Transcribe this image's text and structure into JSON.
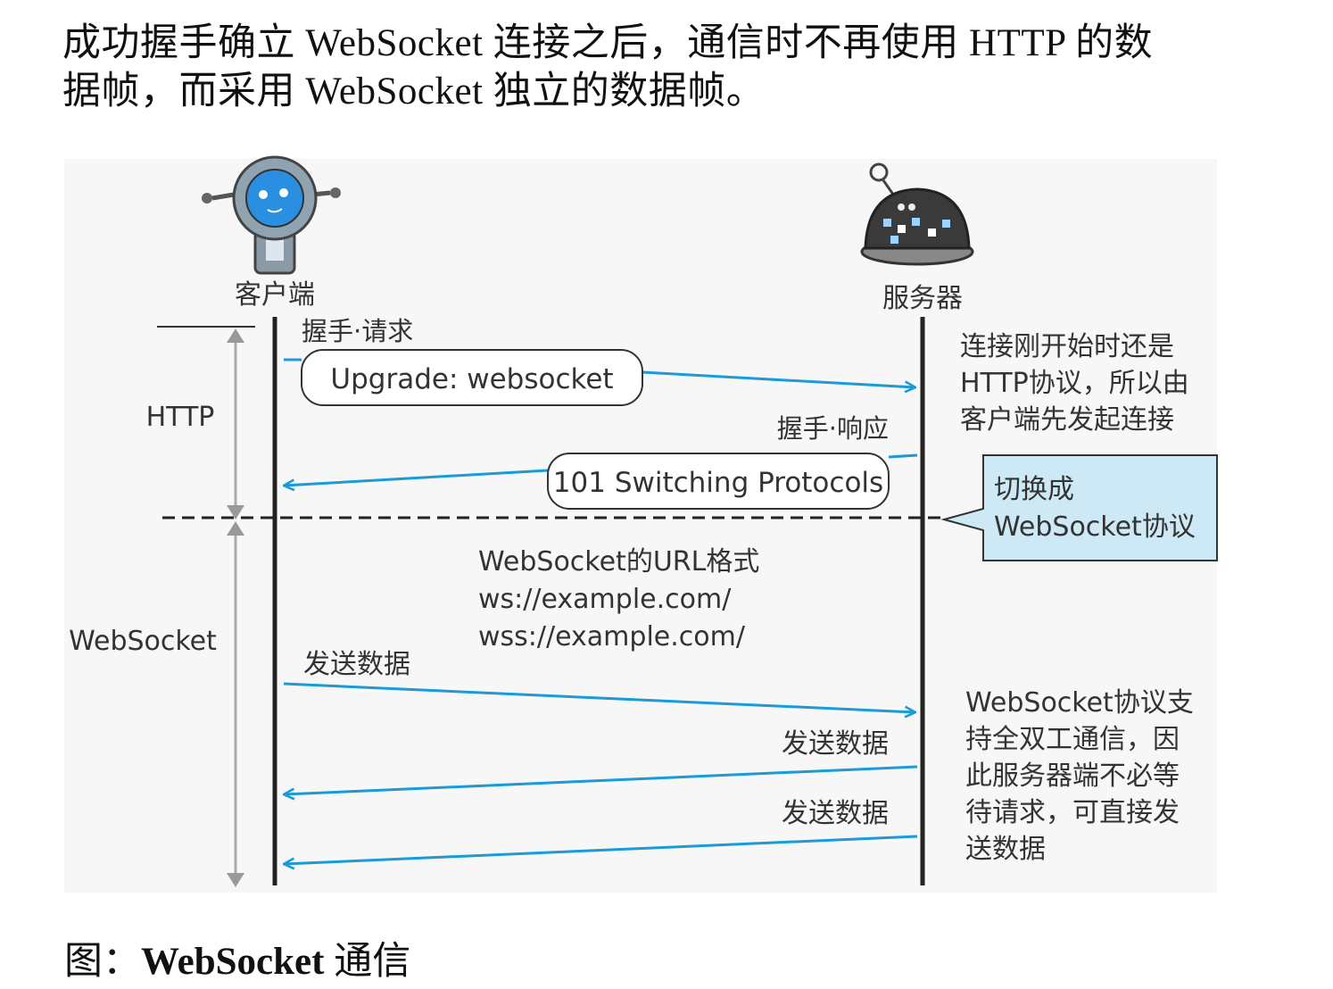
{
  "intro": {
    "line1": "成功握手确立 WebSocket 连接之后，通信时不再使用 HTTP 的数",
    "line2": "据帧，而采用 WebSocket 独立的数据帧。"
  },
  "diagram": {
    "client_label": "客户端",
    "server_label": "服务器",
    "phase_http": "HTTP",
    "phase_websocket": "WebSocket",
    "handshake_request_label": "握手·请求",
    "handshake_request_box": "Upgrade: websocket",
    "handshake_response_label": "握手·响应",
    "handshake_response_box": "101 Switching Protocols",
    "note_http": [
      "连接刚开始时还是",
      "HTTP协议，所以由",
      "客户端先发起连接"
    ],
    "switch_callout": [
      "切换成",
      "WebSocket协议"
    ],
    "url_format": [
      "WebSocket的URL格式",
      "ws://example.com/",
      "wss://example.com/"
    ],
    "send_data_client": "发送数据",
    "send_data_server_1": "发送数据",
    "send_data_server_2": "发送数据",
    "note_websocket": [
      "WebSocket协议支",
      "持全双工通信，因",
      "此服务器端不必等",
      "待请求，可直接发",
      "送数据"
    ],
    "colors": {
      "arrow": "#1a9ad6",
      "callout_fill": "#cde9f6",
      "lifeline": "#222222",
      "bracket": "#aaaaaa"
    }
  },
  "caption": {
    "prefix": "图：",
    "bold": "WebSocket",
    "suffix": " 通信"
  }
}
